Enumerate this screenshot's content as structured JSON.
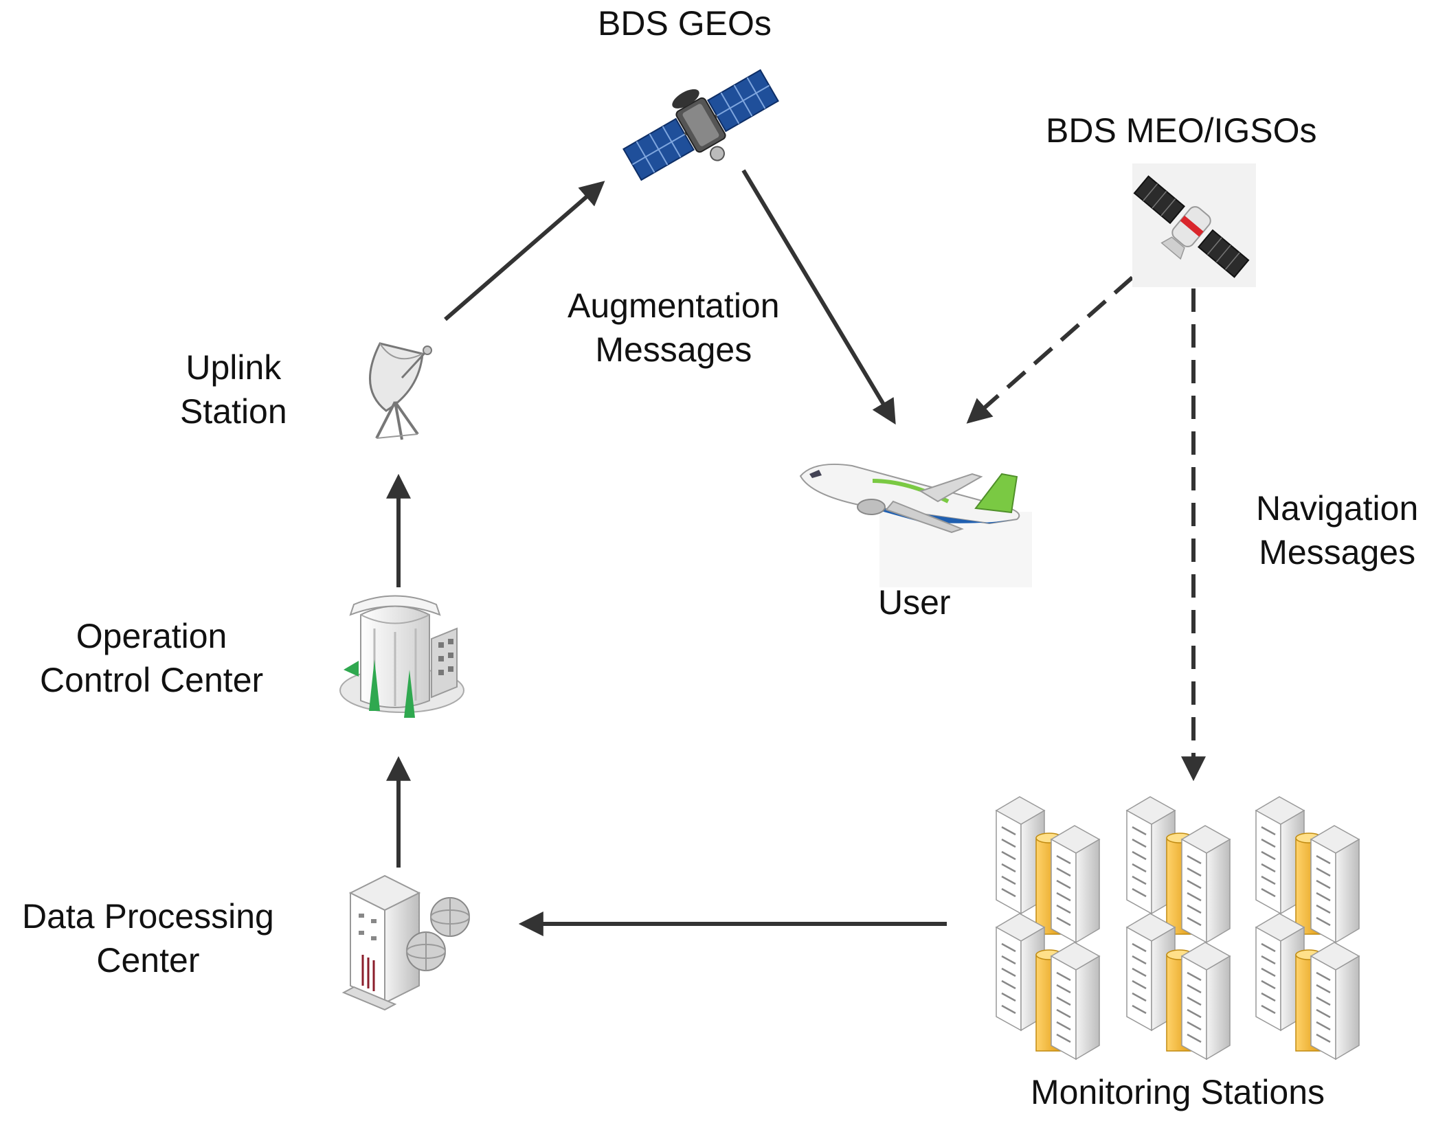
{
  "labels": {
    "bds_geos": "BDS GEOs",
    "bds_meo_igsos": "BDS MEO/IGSOs",
    "augmentation": [
      "Augmentation",
      "Messages"
    ],
    "uplink": [
      "Uplink",
      "Station"
    ],
    "user": "User",
    "navigation": [
      "Navigation",
      "Messages"
    ],
    "operation": [
      "Operation",
      "Control Center"
    ],
    "data_processing": [
      "Data Processing",
      "Center"
    ],
    "monitoring": "Monitoring Stations"
  },
  "colors": {
    "arrow": "#333333",
    "panel_blue": "#1f4f9a",
    "panel_dark": "#2b2b2b",
    "server_gray": "#d9d9d9",
    "server_gold": "#f0b429",
    "tree_green": "#2fa84f",
    "plane_green": "#7ac943",
    "plane_blue": "#1f5fb0"
  },
  "icons": {
    "geo_satellite": "satellite-icon",
    "meo_satellite": "satellite-icon",
    "uplink": "dish-antenna-icon",
    "user": "airplane-icon",
    "operation_center": "building-icon",
    "data_center": "datacenter-icon",
    "monitoring": "server-rack-icon"
  }
}
